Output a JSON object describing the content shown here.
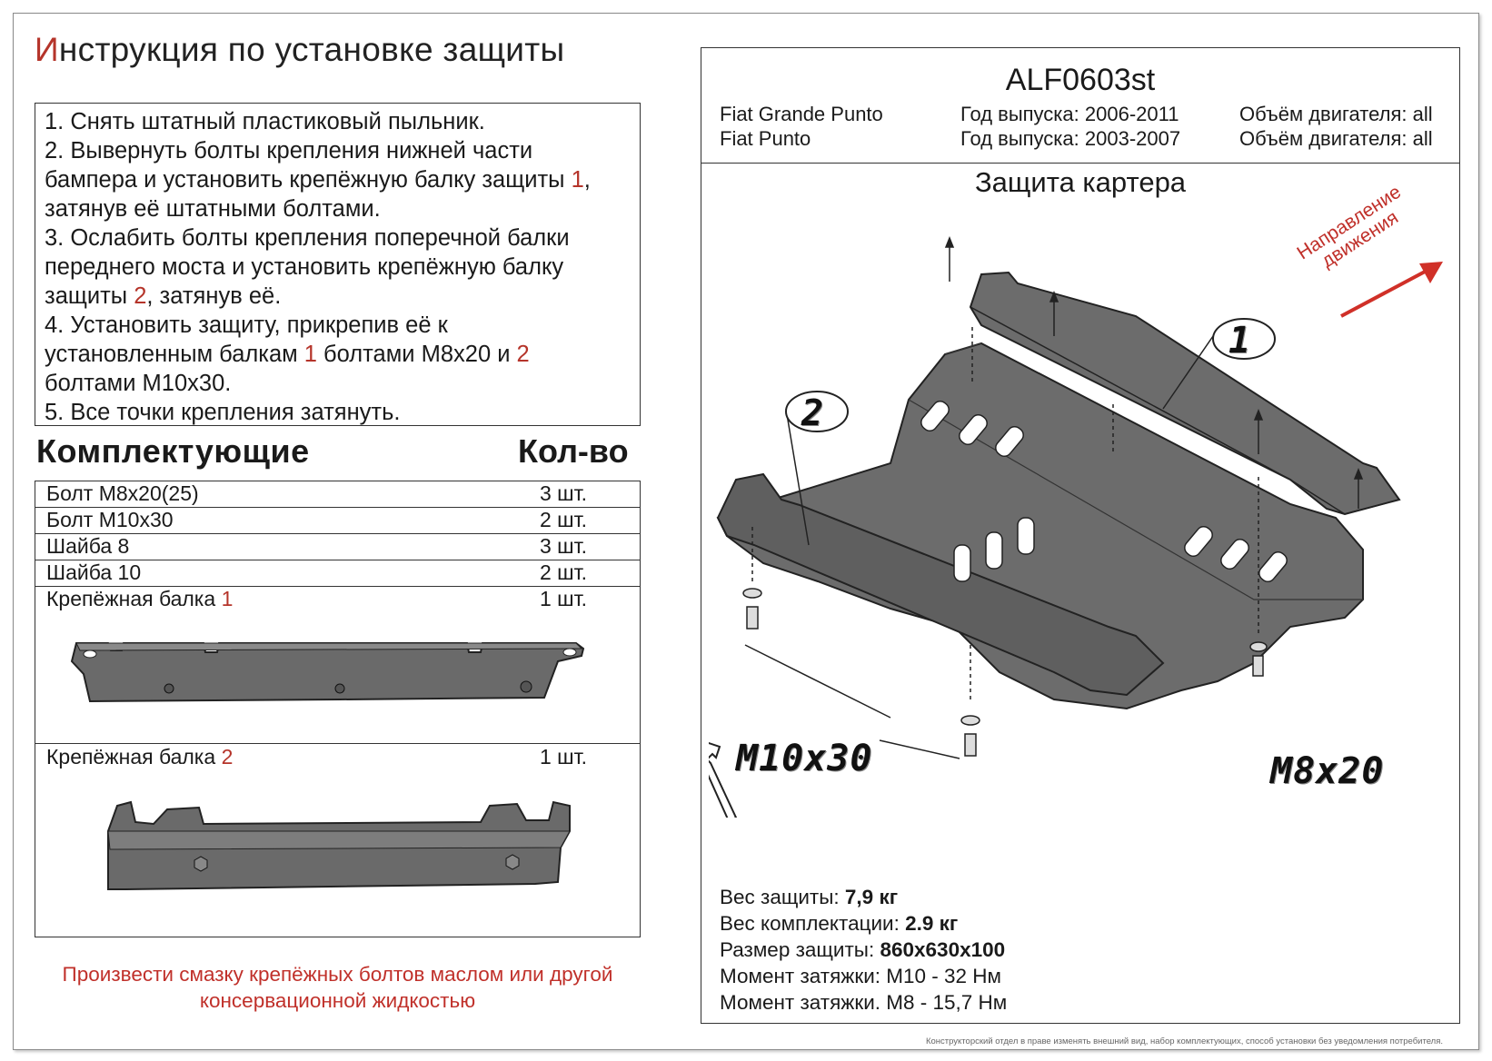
{
  "title_first": "И",
  "title_rest": "нструкция по установке защиты",
  "steps": [
    {
      "text": "1.  Снять штатный пластиковый пыльник."
    },
    {
      "text": "2.  Вывернуть болты крепления нижней части"
    },
    {
      "text": "бампера и установить крепёжную балку защиты ",
      "red": "1",
      "tail": ","
    },
    {
      "text": "затянув её штатными болтами."
    },
    {
      "text": "3.  Ослабить болты крепления поперечной балки"
    },
    {
      "text": "переднего моста и установить крепёжную балку"
    },
    {
      "text": "защиты ",
      "red": "2",
      "tail": ", затянув её."
    },
    {
      "text": "4.  Установить защиту, прикрепив её к"
    },
    {
      "text": "установленным балкам ",
      "red": "1",
      "tail": " болтами М8х20 и ",
      "red2": "2"
    },
    {
      "text": "болтами М10х30."
    },
    {
      "text": "5.  Все точки крепления затянуть."
    }
  ],
  "parts_heading": "Комплектующие",
  "qty_heading": "Кол-во",
  "parts": [
    {
      "name": "Болт М8х20(25)",
      "qty": "3 шт."
    },
    {
      "name": "Болт М10х30",
      "qty": "2 шт."
    },
    {
      "name": "Шайба 8",
      "qty": "3 шт."
    },
    {
      "name": "Шайба 10",
      "qty": "2 шт."
    },
    {
      "name": "Крепёжная балка ",
      "red": "1",
      "qty": "1 шт."
    },
    {
      "name": "Крепёжная балка ",
      "red": "2",
      "qty": "1 шт."
    }
  ],
  "note": "Произвести смазку крепёжных болтов маслом или другой консервационной жидкостью",
  "code": "ALF0603st",
  "cars": [
    {
      "model": "Fiat Grande Punto",
      "year": "Год выпуска: 2006-2011",
      "engine": "Объём двигателя: all"
    },
    {
      "model": "Fiat Punto",
      "year": "Год выпуска: 2003-2007",
      "engine": "Объём двигателя: all"
    }
  ],
  "subtitle": "Защита картера",
  "direction": [
    "Направление",
    "движения"
  ],
  "callouts": {
    "one": "1",
    "two": "2",
    "m10": "M10x30",
    "m8": "M8x20"
  },
  "specs": [
    {
      "label": "Вес защиты: ",
      "value": "7,9 кг"
    },
    {
      "label": "Вес комплектации: ",
      "value": "2.9 кг"
    },
    {
      "label": "Размер защиты: ",
      "value": "860х630х100"
    },
    {
      "label": "Момент затяжки:  М10 - 32 Нм",
      "value": ""
    },
    {
      "label": "Момент затяжки.  М8 - 15,7 Нм",
      "value": ""
    }
  ],
  "disclaimer": "Конструкторский отдел в праве изменять внешний вид, набор комплектующих, способ установки без уведомления потребителя."
}
